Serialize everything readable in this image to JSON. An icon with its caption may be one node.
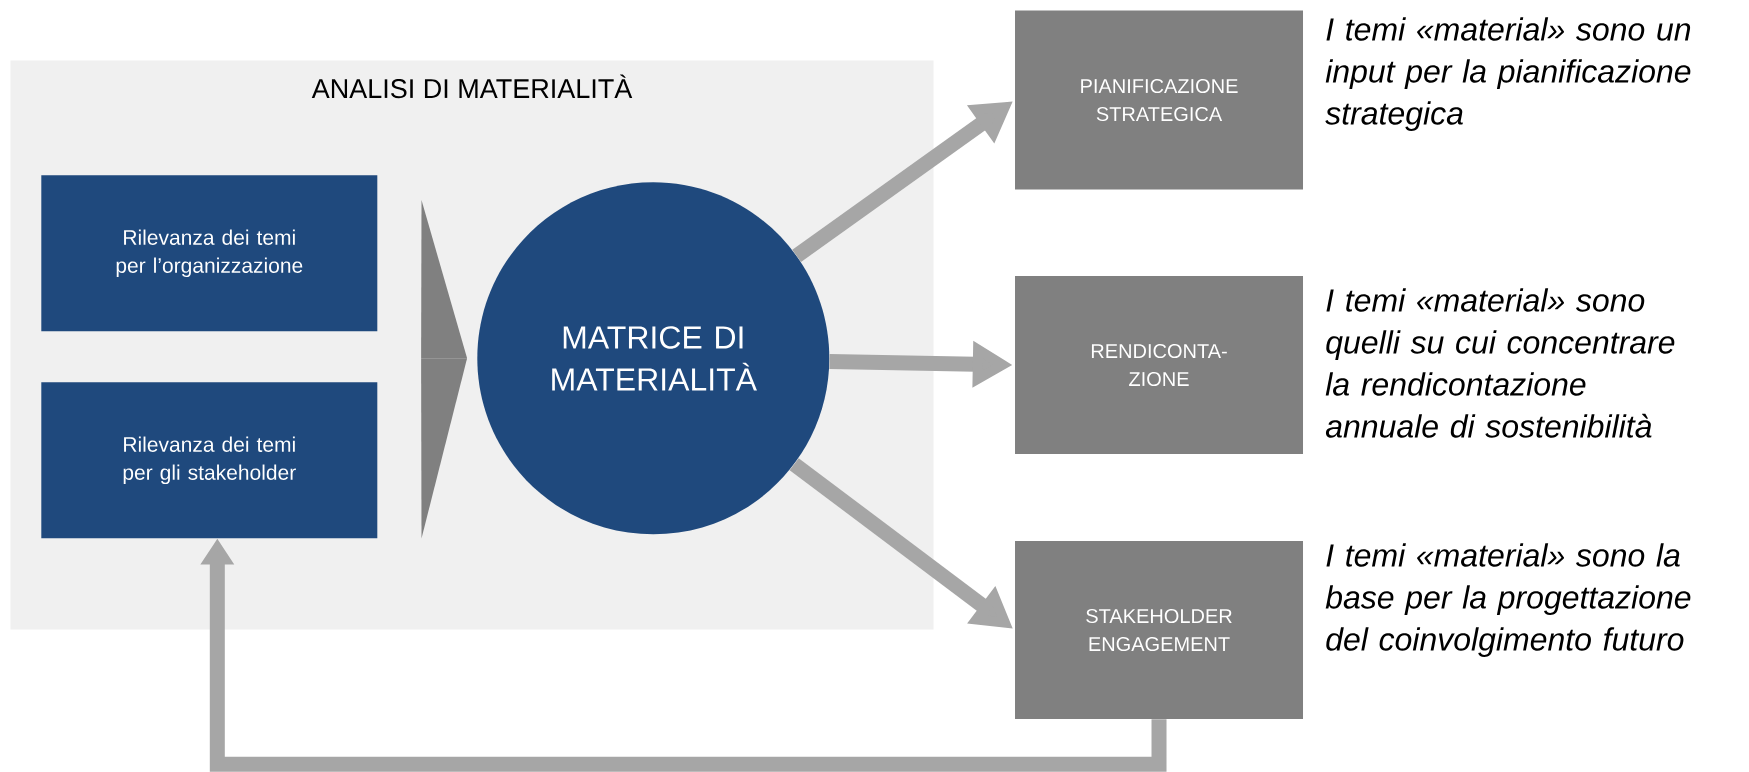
{
  "diagram": {
    "nodes": [
      {
        "text": [
          "ANALISI DI MATERIALITÀ"
        ]
      },
      {
        "text": [
          "Rilevanza dei temi per l’organizzazione"
        ],
        "in": 0
      },
      {
        "text": [
          "Rilevanza dei temi per gli stakeholder"
        ],
        "in": 0
      },
      {
        "text": [
          "MATRICE DI MATERIALITÀ"
        ],
        "in": 0
      },
      {
        "text": [
          "PIANIFICAZIONE STRATEGICA"
        ],
        "beside": [
          "I temi «material» sono un input per la pianificazione strategica"
        ]
      },
      {
        "text": [
          "RENDICONTA- ZIONE"
        ],
        "beside": [
          "I temi «material» sono quelli su cui concentrare la rendicontazione annuale di sostenibilità"
        ]
      },
      {
        "text": [
          "STAKEHOLDER ENGAGEMENT"
        ],
        "beside": [
          "I temi «material» sono la base per la progettazione del coinvolgimento futuro"
        ]
      }
    ],
    "edges": [
      {
        "from": 1,
        "to": 3,
        "arrow": "to",
        "color": "#808080"
      },
      {
        "from": 2,
        "to": 3,
        "arrow": "to",
        "color": "#808080"
      },
      {
        "from": 3,
        "to": 4,
        "arrow": "to"
      },
      {
        "from": 3,
        "to": 5,
        "arrow": "to"
      },
      {
        "from": 3,
        "to": 6,
        "arrow": "to"
      },
      {
        "from": 6,
        "to": 2,
        "arrow": "to"
      }
    ]
  }
}
